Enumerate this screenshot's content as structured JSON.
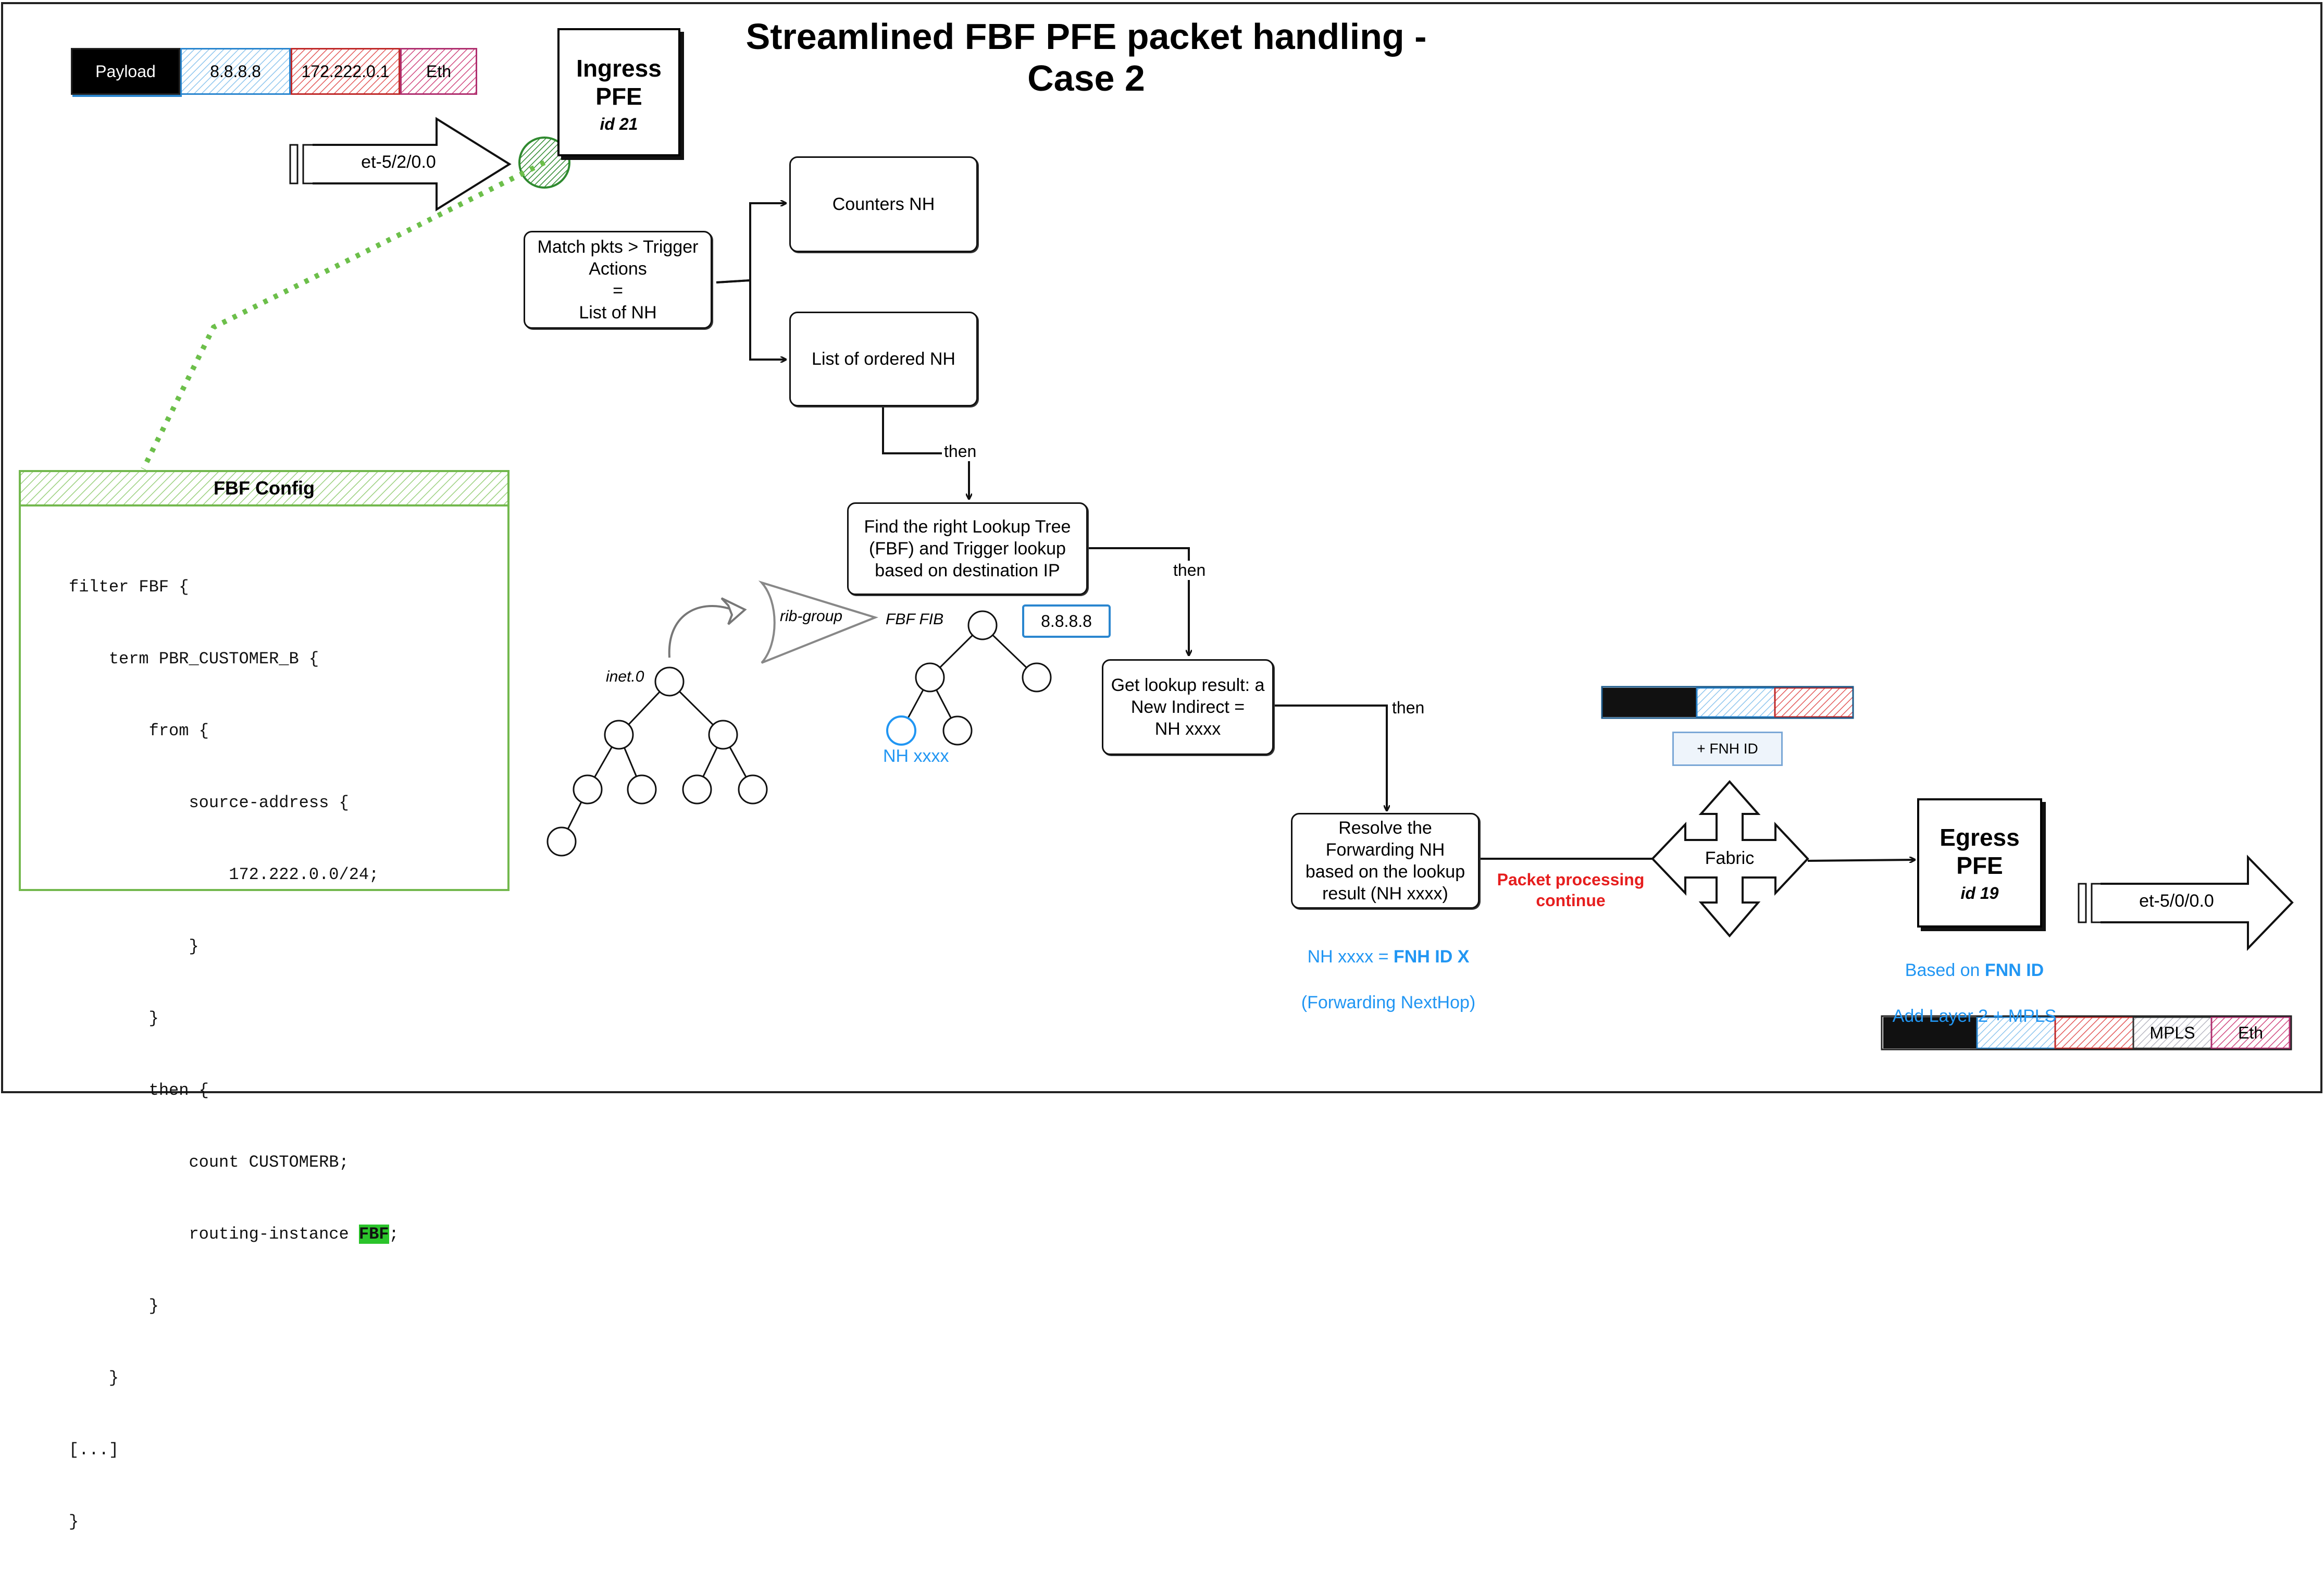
{
  "title": "Streamlined FBF PFE packet handling - Case 2",
  "colors": {
    "accent_blue": "#2196f3",
    "accent_red": "#e61e1e",
    "config_green": "#73b84e",
    "highlight_green": "#2bc42b"
  },
  "ingress_packet": {
    "payload": "Payload",
    "dst_ip": "8.8.8.8",
    "src_ip": "172.222.0.1",
    "eth": "Eth"
  },
  "ingress_interface": "et-5/2/0.0",
  "ingress_pfe": {
    "title": "Ingress\nPFE",
    "id": "id 21"
  },
  "boxes": {
    "match": "Match pkts > Trigger\nActions\n=\nList of NH",
    "counters": "Counters NH",
    "ordered": "List of ordered NH",
    "find": "Find the right Lookup Tree\n(FBF) and Trigger lookup\nbased on destination IP",
    "get": "Get lookup result: a\nNew Indirect =\nNH xxxx",
    "resolve": "Resolve the\nForwarding NH\nbased on the lookup\nresult (NH xxxx)"
  },
  "edge_labels": {
    "then1": "then",
    "then2": "then",
    "then3": "then"
  },
  "trees": {
    "inet0": "inet.0",
    "rib_group": "rib-group",
    "fbf_fib": "FBF FIB",
    "lookup_ip": "8.8.8.8",
    "nh": "NH xxxx"
  },
  "fnh_note": {
    "line1": "NH xxxx = ",
    "bold": "FNH ID X",
    "line2": "(Forwarding NextHop)"
  },
  "packet_continue": "Packet processing\ncontinue",
  "fabric": "Fabric",
  "fabric_tag": "+ FNH ID",
  "egress_pfe": {
    "title": "Egress\nPFE",
    "id": "id 19"
  },
  "egress_interface": "et-5/0/0.0",
  "egress_note": {
    "line1_pre": "Based on ",
    "line1_bold": "FNN ID",
    "line2": "Add Layer 2 + MPLS"
  },
  "egress_packet": {
    "mpls": "MPLS",
    "eth": "Eth"
  },
  "fbf_config": {
    "title": "FBF Config",
    "lines": [
      "filter FBF {",
      "    term PBR_CUSTOMER_B {",
      "        from {",
      "            source-address {",
      "                172.222.0.0/24;",
      "            }",
      "        }",
      "        then {",
      "            count CUSTOMERB;"
    ],
    "ri_prefix": "            routing-instance ",
    "ri_name": "FBF",
    "ri_suffix": ";",
    "tail_lines": [
      "        }",
      "    }",
      "[...]",
      "}"
    ]
  }
}
